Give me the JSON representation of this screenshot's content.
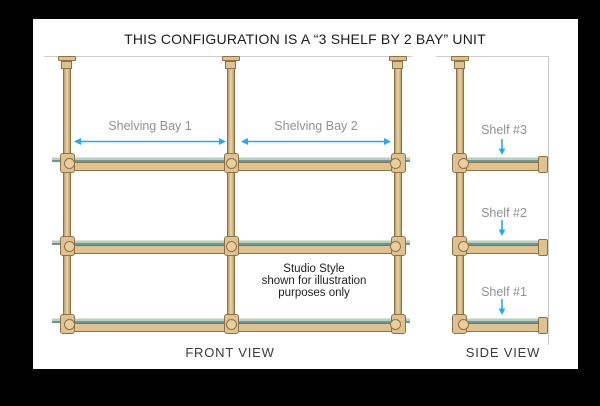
{
  "title": "THIS CONFIGURATION IS A “3 SHELF BY 2 BAY” UNIT",
  "front_view": {
    "caption": "FRONT VIEW",
    "bays": [
      {
        "label": "Shelving Bay 1"
      },
      {
        "label": "Shelving Bay 2"
      }
    ],
    "note_lines": [
      "Studio Style",
      "shown for illustration",
      "purposes only"
    ]
  },
  "side_view": {
    "caption": "SIDE VIEW",
    "shelves": [
      {
        "label": "Shelf #3"
      },
      {
        "label": "Shelf #2"
      },
      {
        "label": "Shelf #1"
      }
    ]
  },
  "colors": {
    "accent_blue": "#29a9e9",
    "label_gray": "#8f9193",
    "wood_fill": "#dfc292",
    "wood_edge": "#8e7247",
    "glass_fill": "#b9cfc3",
    "glass_edge": "#6f968e",
    "guide_line": "#cccccc",
    "text_dark": "#1c1c1c"
  }
}
